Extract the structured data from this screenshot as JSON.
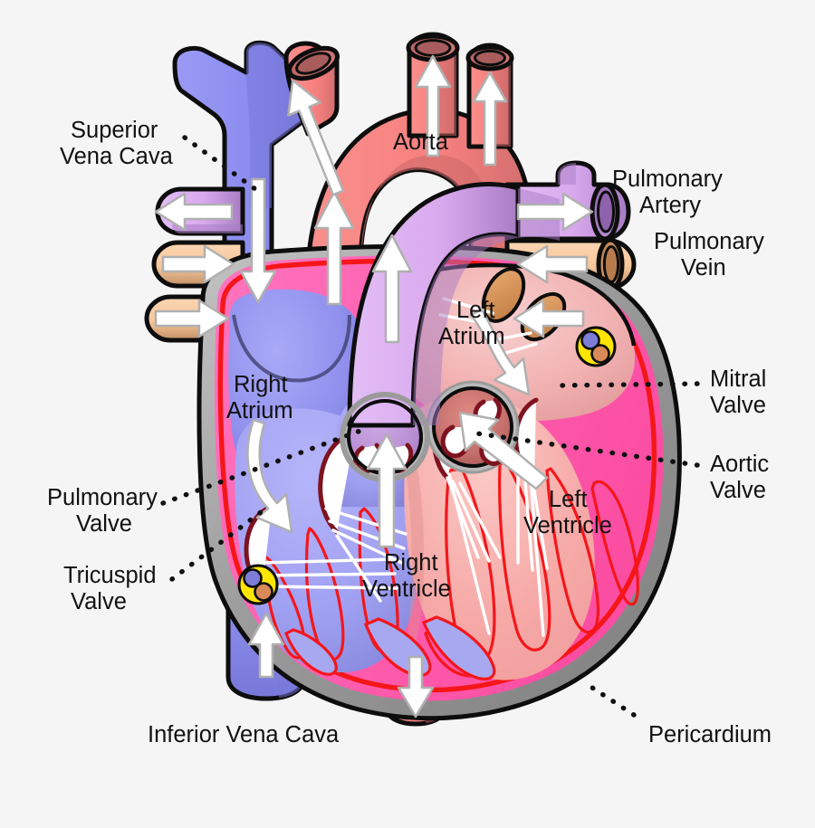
{
  "diagram": {
    "title": "Anatomy of the human heart (cross-section)",
    "background_color": "#f5f5f5"
  },
  "labels": {
    "superior_vena_cava": {
      "line1": "Superior",
      "line2": "Vena Cava"
    },
    "aorta": {
      "line1": "Aorta"
    },
    "pulmonary_artery": {
      "line1": "Pulmonary",
      "line2": "Artery"
    },
    "pulmonary_vein": {
      "line1": "Pulmonary",
      "line2": "Vein"
    },
    "mitral_valve": {
      "line1": "Mitral",
      "line2": "Valve"
    },
    "aortic_valve": {
      "line1": "Aortic",
      "line2": "Valve"
    },
    "pulmonary_valve": {
      "line1": "Pulmonary",
      "line2": "Valve"
    },
    "tricuspid_valve": {
      "line1": "Tricuspid",
      "line2": "Valve"
    },
    "right_atrium": {
      "line1": "Right",
      "line2": "Atrium"
    },
    "left_atrium": {
      "line1": "Left",
      "line2": "Atrium"
    },
    "right_ventricle": {
      "line1": "Right",
      "line2": "Ventricle"
    },
    "left_ventricle": {
      "line1": "Left",
      "line2": "Ventricle"
    },
    "inferior_vena_cava": {
      "line1": "Inferior Vena Cava"
    },
    "pericardium": {
      "line1": "Pericardium"
    }
  },
  "colors": {
    "background": "#f5f5f5",
    "outline": "#0d0d0d",
    "deoxygenated_blue": "#8c8cf0",
    "deoxygenated_blue_shade": "#7676d8",
    "oxygenated_red": "#f7807e",
    "oxygenated_red_shade": "#cf6a6a",
    "pulmonary_artery_purple": "#d9a9ee",
    "pulmonary_artery_purple_shade": "#a87cc4",
    "pulmonary_vein_tan": "#f7c79b",
    "pulmonary_vein_tan_shade": "#c6956a",
    "myocardium_pink": "#ff5fb0",
    "left_chamber_pink": "#f6a8a8",
    "left_atrium_pink": "#f3b4b4",
    "pericardium_gray": "#8f8f8f",
    "pericardium_gray_light": "#b9b9b9",
    "endocardium_red": "#f5161a",
    "trabeculae_red": "#f5161a",
    "valve_dark_red": "#7e1320",
    "coronary_yellow": "#ffe600",
    "coronary_blue": "#7d7dd8",
    "coronary_orange": "#d98a56",
    "arrow_white": "#ffffff",
    "arrow_arrow_edge": "#b0b0b0",
    "text": "#111111"
  },
  "flow_arrows": [
    {
      "name": "svc-inflow",
      "direction": "down"
    },
    {
      "name": "ivc-inflow",
      "direction": "up"
    },
    {
      "name": "right-atrium-to-right-ventricle",
      "direction": "down-right"
    },
    {
      "name": "right-ventricle-to-pulmonary-valve",
      "direction": "up"
    },
    {
      "name": "pulmonary-trunk-outflow",
      "direction": "up"
    },
    {
      "name": "left-pulmonary-artery-outflow",
      "direction": "left"
    },
    {
      "name": "right-pulmonary-artery-outflow",
      "direction": "right"
    },
    {
      "name": "left-pulmonary-vein-inflow-upper",
      "direction": "right"
    },
    {
      "name": "left-pulmonary-vein-inflow-lower",
      "direction": "right"
    },
    {
      "name": "right-pulmonary-vein-inflow-upper",
      "direction": "left"
    },
    {
      "name": "right-pulmonary-vein-inflow-lower",
      "direction": "left"
    },
    {
      "name": "left-atrium-to-left-ventricle",
      "direction": "down-right"
    },
    {
      "name": "left-ventricle-to-aortic-valve",
      "direction": "up-left"
    },
    {
      "name": "ascending-aorta-outflow",
      "direction": "up"
    },
    {
      "name": "brachiocephalic-branch-outflow",
      "direction": "up"
    },
    {
      "name": "carotid-branch-outflow",
      "direction": "up"
    },
    {
      "name": "subclavian-branch-outflow",
      "direction": "up"
    },
    {
      "name": "descending-aorta-outflow",
      "direction": "down"
    }
  ]
}
